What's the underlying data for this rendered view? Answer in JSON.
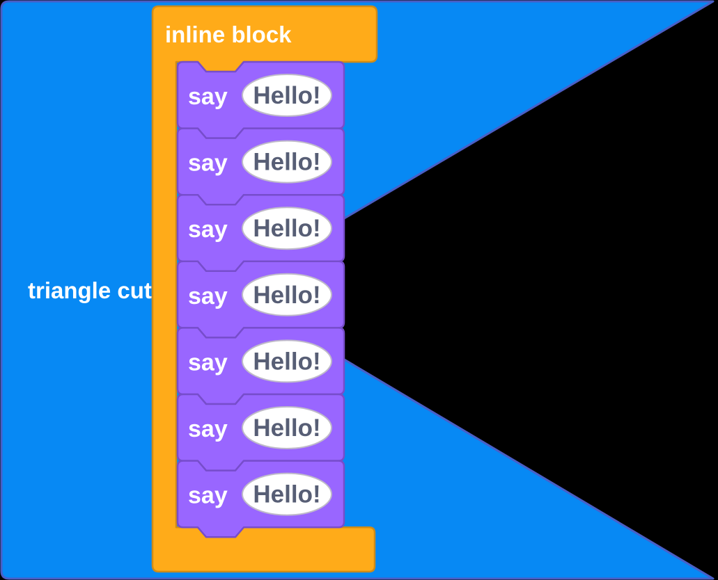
{
  "canvas": {
    "background_color": "#000000"
  },
  "backdrop": {
    "label": "triangle cut",
    "label_color": "#FFFFFF",
    "fill": "#0789F4",
    "border_color": "#4A5FC6"
  },
  "c_block": {
    "label": "inline block",
    "label_color": "#FFFFFF",
    "fill": "#FFAB19",
    "border_color": "#CF8B17"
  },
  "stack": {
    "fill": "#9966FF",
    "border_color": "#774DCB",
    "input_fill": "#FFFFFF",
    "input_border_color": "#BFBAC9",
    "input_text_color": "#575E75",
    "blocks": [
      {
        "label": "say",
        "value": "Hello!"
      },
      {
        "label": "say",
        "value": "Hello!"
      },
      {
        "label": "say",
        "value": "Hello!"
      },
      {
        "label": "say",
        "value": "Hello!"
      },
      {
        "label": "say",
        "value": "Hello!"
      },
      {
        "label": "say",
        "value": "Hello!"
      },
      {
        "label": "say",
        "value": "Hello!"
      }
    ]
  }
}
